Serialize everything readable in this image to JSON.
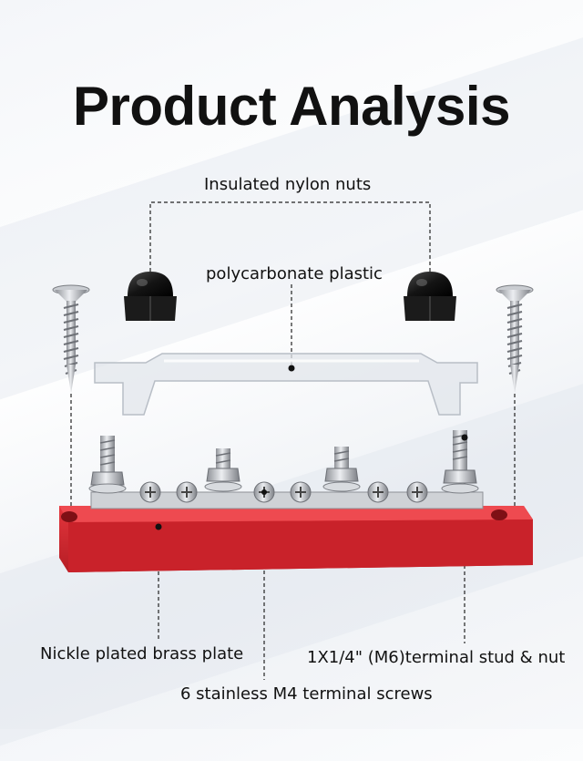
{
  "title": "Product Analysis",
  "labels": {
    "nylon_nuts": "Insulated nylon nuts",
    "polycarbonate": "polycarbonate plastic",
    "brass_plate": "Nickle plated brass plate",
    "terminal_stud": "1X1/4\" (M6)terminal stud & nut",
    "terminal_screws": "6 stainless M4 terminal screws"
  },
  "colors": {
    "busbar_red": "#d6272f",
    "nut_black": "#1a1a1a",
    "steel": "#b9bcc2"
  }
}
